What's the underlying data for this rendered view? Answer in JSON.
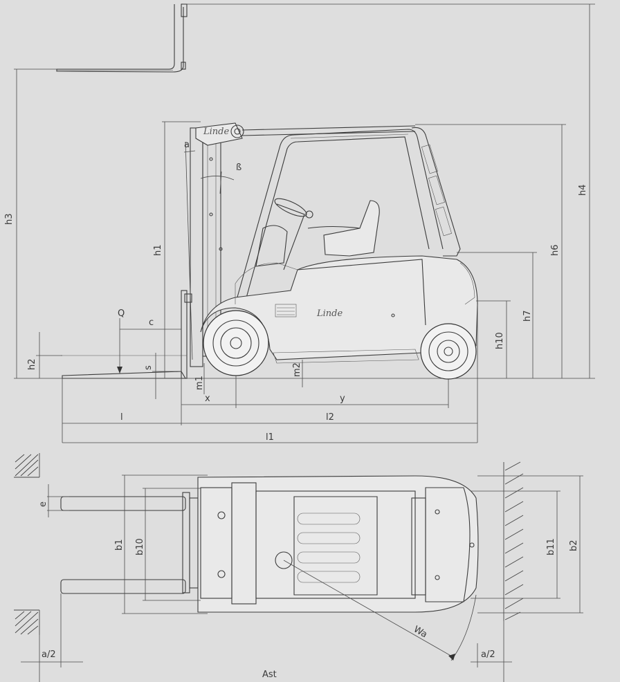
{
  "dimension_labels": {
    "h3": "h3",
    "h4": "h4",
    "h1": "h1",
    "h6": "h6",
    "h7": "h7",
    "h10": "h10",
    "h2": "h2",
    "a": "a",
    "beta": "ß",
    "Q": "Q",
    "c": "c",
    "s": "s",
    "m1": "m1",
    "m2": "m2",
    "x": "x",
    "y": "y",
    "l": "l",
    "l2": "l2",
    "l1": "l1",
    "e": "e",
    "b1": "b1",
    "b10": "b10",
    "b11": "b11",
    "b2": "b2",
    "wa": "Wa",
    "a2_left": "a/2",
    "a2_right": "a/2",
    "ast": "Ast"
  },
  "logos": {
    "mast_logo": "Linde",
    "body_logo": "Linde"
  },
  "colors": {
    "background": "#dedede",
    "line": "#3a3a3a"
  }
}
